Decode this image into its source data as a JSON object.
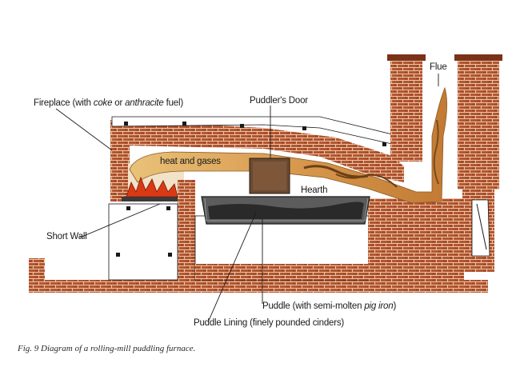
{
  "labels": {
    "fireplace": {
      "pre": "Fireplace (with ",
      "em1": "coke",
      "mid": " or ",
      "em2": "anthracite",
      "post": " fuel)"
    },
    "puddlers_door": "Puddler's Door",
    "flue": "Flue",
    "heat_and_gases": "heat and gases",
    "hearth": "Hearth",
    "short_wall": "Short Wall",
    "puddle": {
      "pre": "Puddle (with semi-molten ",
      "em": "pig iron",
      "post": ")"
    },
    "puddle_lining": "Puddle Lining (finely pounded cinders)"
  },
  "caption": "Fig. 9  Diagram of a rolling-mill puddling furnace.",
  "colors": {
    "brick": "#b5552f",
    "brick_dark": "#7a3218",
    "mortar": "#e6c6a8",
    "flame": "#e6b56a",
    "flame_dark": "#8a5a24",
    "fire": "#d93a14",
    "iron": "#3a3a3a",
    "line": "#1a1a1a"
  }
}
